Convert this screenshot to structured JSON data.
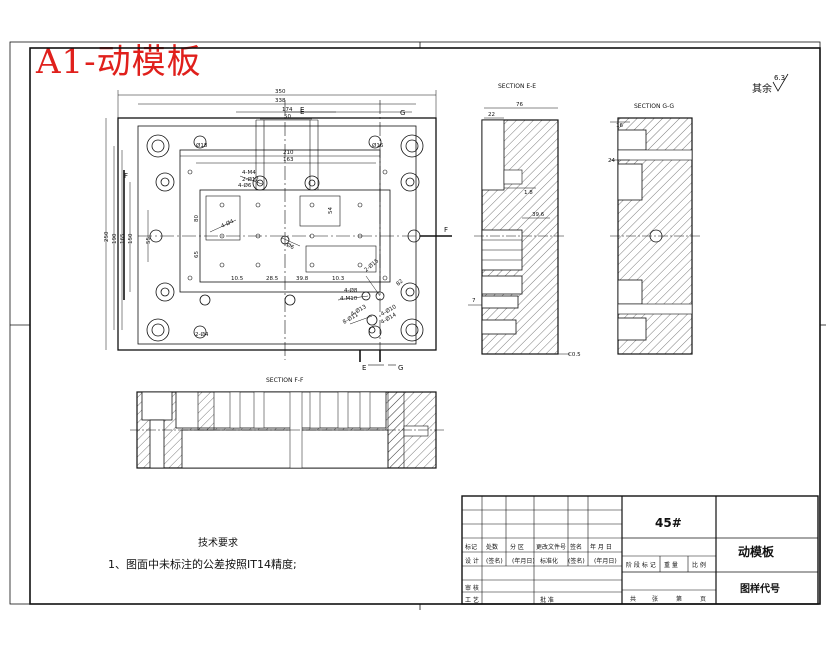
{
  "title": "A1-动模板",
  "surface_finish": {
    "prefix": "其余",
    "value": "6.3"
  },
  "sections": {
    "e": "SECTION E-E",
    "g": "SECTION G-G",
    "f": "SECTION F-F"
  },
  "cut_labels": [
    "E",
    "G",
    "F",
    "F",
    "E",
    "G"
  ],
  "dims_top": [
    "350",
    "338",
    "E",
    "174",
    "50",
    "210",
    "163",
    "G"
  ],
  "dims_left": [
    "F",
    "250",
    "190",
    "165",
    "150",
    "55"
  ],
  "dims_inner": [
    "4-M4",
    "2-Ø12",
    "4-Ø6",
    "Ø18",
    "Ø16",
    "4-Ø4",
    "Ø6",
    "2-Ø4",
    "54",
    "10.5",
    "28.5",
    "39.8",
    "10.3",
    "4-Ø8",
    "4-M10",
    "4-Ø13",
    "8-Ø11",
    "4-Ø14",
    "2-Ø15",
    "4-Ø10",
    "80",
    "65",
    "82"
  ],
  "e_dims": [
    "76",
    "22",
    "1.8",
    "39.6",
    "7",
    "C0.5"
  ],
  "g_dims": [
    "16",
    "24"
  ],
  "tech_requirements": {
    "heading": "技术要求",
    "item1": "1、图面中未标注的公差按照IT14精度;"
  },
  "title_block": {
    "material": "45#",
    "part_name": "动模板",
    "drawing_no": "图样代号",
    "row_labels": [
      "标记",
      "处数",
      "分 区",
      "更改文件号",
      "签名",
      "年 月 日"
    ],
    "design_row": [
      "设 计",
      "(签名)",
      "(年月日)",
      "标准化",
      "(签名)",
      "(年月日)"
    ],
    "stage_labels": [
      "阶 段 标 记",
      "重 量",
      "比 例"
    ],
    "review": "审 核",
    "process": "工 艺",
    "approve": "批 准",
    "sheets": [
      "共",
      "张",
      "第",
      "页"
    ]
  }
}
